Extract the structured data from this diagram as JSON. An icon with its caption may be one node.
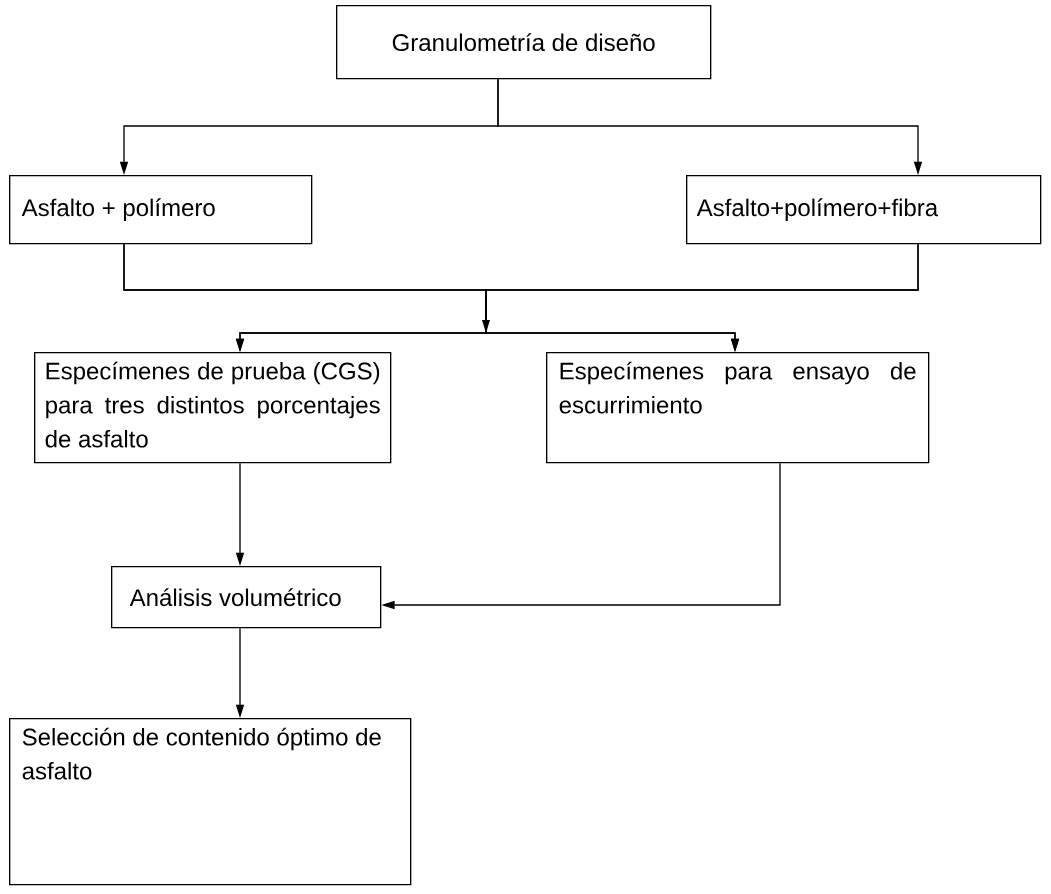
{
  "diagram": {
    "nodes": [
      {
        "text": [
          "Granulometría de diseño"
        ]
      },
      {
        "text": [
          "Asfalto + polímero"
        ]
      },
      {
        "text": [
          "Asfalto+polímero+fibra"
        ]
      },
      {
        "text": [
          "Especímenes de prueba (CGS) para tres distintos porcentajes de asfalto"
        ]
      },
      {
        "text": [
          "Especímenes para ensayo de escurrimiento"
        ]
      },
      {
        "text": [
          "Análisis volumétrico"
        ]
      },
      {
        "text": [
          "Selección de contenido óptimo de asfalto"
        ]
      }
    ],
    "edges": [
      {
        "from": 0,
        "to": 1,
        "arrow": "to"
      },
      {
        "from": 0,
        "to": 2,
        "arrow": "to"
      },
      {
        "from": 1,
        "to": 3,
        "arrow": "to"
      },
      {
        "from": 1,
        "to": 4,
        "arrow": "to"
      },
      {
        "from": 2,
        "to": 3,
        "arrow": "to"
      },
      {
        "from": 2,
        "to": 4,
        "arrow": "to"
      },
      {
        "from": 3,
        "to": 5,
        "arrow": "to"
      },
      {
        "from": 4,
        "to": 5,
        "arrow": "to"
      },
      {
        "from": 5,
        "to": 6,
        "arrow": "to"
      }
    ]
  }
}
